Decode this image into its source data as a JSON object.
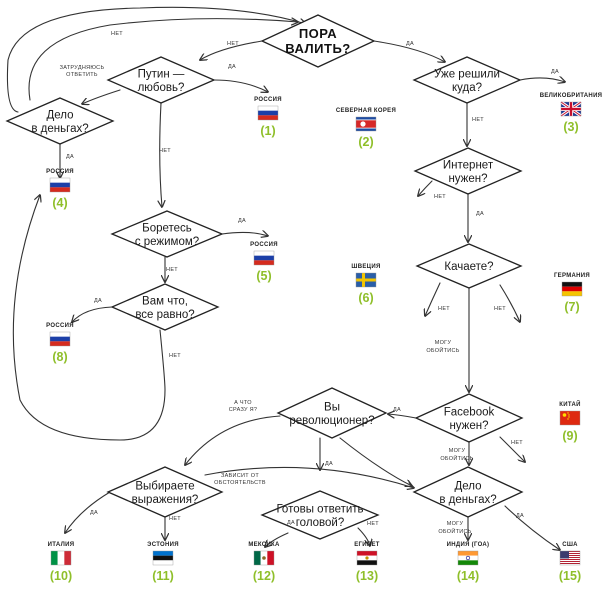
{
  "decisions": {
    "main": {
      "lines": [
        "ПОРА",
        "ВАЛИТЬ?"
      ]
    },
    "putin": {
      "lines": [
        "Путин —",
        "любовь?"
      ]
    },
    "decided": {
      "lines": [
        "Уже решили",
        "куда?"
      ]
    },
    "money_top": {
      "lines": [
        "Дело",
        "в деньгах?"
      ]
    },
    "internet": {
      "lines": [
        "Интернет",
        "нужен?"
      ]
    },
    "fight": {
      "lines": [
        "Боретесь",
        "с режимом?"
      ]
    },
    "download": {
      "lines": [
        "Качаете?"
      ]
    },
    "indifferent": {
      "lines": [
        "Вам что,",
        "все равно?"
      ]
    },
    "revolutionary": {
      "lines": [
        "Вы",
        "революционер?"
      ]
    },
    "facebook": {
      "lines": [
        "Facebook",
        "нужен?"
      ]
    },
    "expressions": {
      "lines": [
        "Выбираете",
        "выражения?"
      ]
    },
    "money_bottom": {
      "lines": [
        "Дело",
        "в деньгах?"
      ]
    },
    "answer": {
      "lines": [
        "Готовы ответить",
        "головой?"
      ]
    }
  },
  "labels": {
    "net": "НЕТ",
    "da": "ДА",
    "hard": [
      "ЗАТРУДНЯЮСЬ",
      "ОТВЕТИТЬ"
    ],
    "can_manage": [
      "МОГУ",
      "ОБОЙТИСЬ"
    ],
    "why_me": [
      "А ЧТО",
      "СРАЗУ Я?"
    ],
    "depends": [
      "ЗАВИСИТ ОТ",
      "ОБСТОЯТЕЛЬСТВ"
    ]
  },
  "outcomes": [
    {
      "id": "1",
      "name": "РОССИЯ",
      "num": "(1)",
      "flag": "russia"
    },
    {
      "id": "2",
      "name": "СЕВЕРНАЯ КОРЕЯ",
      "num": "(2)",
      "flag": "nkorea"
    },
    {
      "id": "3",
      "name": "ВЕЛИКОБРИТАНИЯ",
      "num": "(3)",
      "flag": "uk"
    },
    {
      "id": "4",
      "name": "РОССИЯ",
      "num": "(4)",
      "flag": "russia"
    },
    {
      "id": "5",
      "name": "РОССИЯ",
      "num": "(5)",
      "flag": "russia"
    },
    {
      "id": "6",
      "name": "ШВЕЦИЯ",
      "num": "(6)",
      "flag": "sweden"
    },
    {
      "id": "7",
      "name": "ГЕРМАНИЯ",
      "num": "(7)",
      "flag": "germany"
    },
    {
      "id": "8",
      "name": "РОССИЯ",
      "num": "(8)",
      "flag": "russia"
    },
    {
      "id": "9",
      "name": "КИТАЙ",
      "num": "(9)",
      "flag": "china"
    },
    {
      "id": "10",
      "name": "ИТАЛИЯ",
      "num": "(10)",
      "flag": "italy"
    },
    {
      "id": "11",
      "name": "ЭСТОНИЯ",
      "num": "(11)",
      "flag": "estonia"
    },
    {
      "id": "12",
      "name": "МЕКСИКА",
      "num": "(12)",
      "flag": "mexico"
    },
    {
      "id": "13",
      "name": "ЕГИПЕТ",
      "num": "(13)",
      "flag": "egypt"
    },
    {
      "id": "14",
      "name": "ИНДИЯ (ГОА)",
      "num": "(14)",
      "flag": "india"
    },
    {
      "id": "15",
      "name": "США",
      "num": "(15)",
      "flag": "usa"
    }
  ],
  "colors": {
    "number": "#8fbf2a",
    "line": "#333333"
  }
}
